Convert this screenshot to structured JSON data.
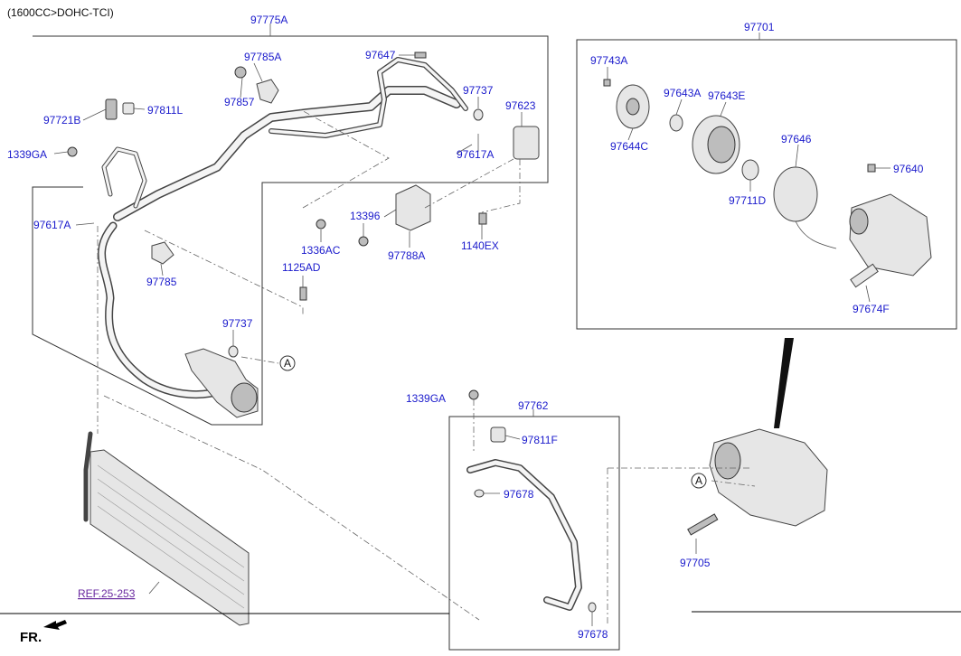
{
  "header": {
    "variant": "(1600CC>DOHC-TCI)"
  },
  "labels": {
    "p97775A": "97775A",
    "p97785A": "97785A",
    "p97857": "97857",
    "p97647": "97647",
    "p97737a": "97737",
    "p97623": "97623",
    "p97721B": "97721B",
    "p97811L": "97811L",
    "p1339GAa": "1339GA",
    "p97617Aa": "97617A",
    "p97617Ab": "97617A",
    "p13396": "13396",
    "p1336AC": "1336AC",
    "p97788A": "97788A",
    "p1140EX": "1140EX",
    "p1125AD": "1125AD",
    "p97785": "97785",
    "p97737b": "97737",
    "p97701": "97701",
    "p97743A": "97743A",
    "p97643A": "97643A",
    "p97643E": "97643E",
    "p97644C": "97644C",
    "p97646": "97646",
    "p97640": "97640",
    "p97711D": "97711D",
    "p97674F": "97674F",
    "p1339GAb": "1339GA",
    "p97762": "97762",
    "p97811F": "97811F",
    "p97678a": "97678",
    "p97678b": "97678",
    "p97705": "97705",
    "markerA1": "A",
    "markerA2": "A",
    "ref": "REF.25-253",
    "front": "FR."
  }
}
